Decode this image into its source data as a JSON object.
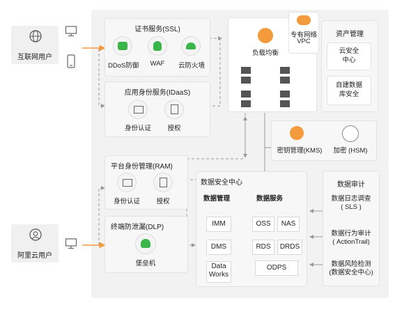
{
  "users": {
    "internet": "互联网用户",
    "aliyun": "阿里云用户"
  },
  "ssl": {
    "title": "证书服务(SSL)",
    "items": [
      "DDoS防御",
      "WAF",
      "云防火墙"
    ]
  },
  "idaas": {
    "title": "应用身份服务(IDaaS)",
    "items": [
      "身份认证",
      "授权"
    ]
  },
  "ram": {
    "title": "平台身份管理(RAM)",
    "items": [
      "身份认证",
      "授权"
    ]
  },
  "dlp": {
    "title": "终端防泄漏(DLP)",
    "item": "堡垒机"
  },
  "network": {
    "slb": "负载均衡",
    "vpc_line1": "专有网络",
    "vpc_line2": "VPC"
  },
  "asset": {
    "title": "资产管理",
    "items": [
      "云安全\n中心",
      "自建数据\n库安全"
    ]
  },
  "kms": {
    "kms": "密钥管理(KMS)",
    "hsm": "加密 (HSM)"
  },
  "datasec": {
    "title": "数据安全中心",
    "mgmt_title": "数据管理",
    "svc_title": "数据服务",
    "mgmt": [
      "IMM",
      "DMS",
      "Data\nWorks"
    ],
    "svc": [
      "OSS",
      "NAS",
      "RDS",
      "DRDS",
      "ODPS"
    ]
  },
  "audit": {
    "title": "数据审计",
    "items": [
      "数据日志调查\n( SLS )",
      "数据行为审计\n( ActionTrail)",
      "数据风险检测\n(数据安全中心)"
    ]
  },
  "colors": {
    "orange": "#f39a3d",
    "green": "#39b54a",
    "panel": "#f0f0f0",
    "line": "#aaaaaa"
  }
}
